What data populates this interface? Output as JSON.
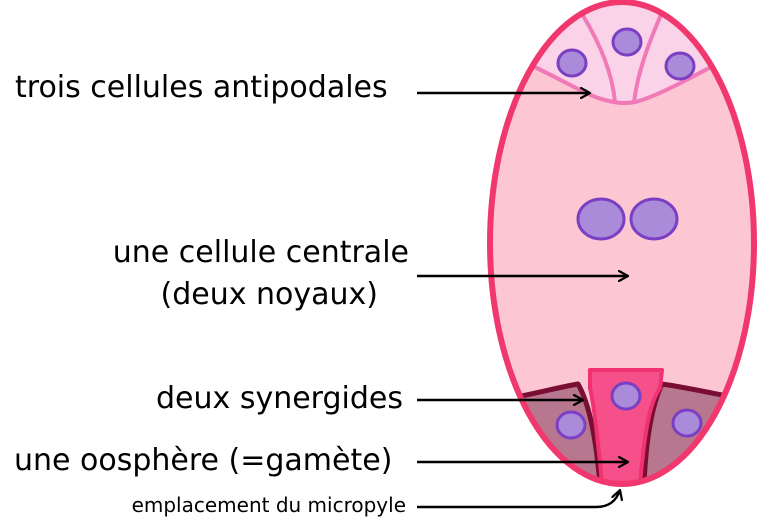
{
  "labels": {
    "antipodal": "trois cellules antipodales",
    "central_line1": "une cellule centrale",
    "central_line2": "(deux noyaux)",
    "synergids": "deux synergides",
    "egg": "une oosphère (=gamète)",
    "micropyle": "emplacement du micropyle"
  },
  "colors": {
    "outline": "#f0386e",
    "sac_fill": "#fcc6d2",
    "antipodal_fill": "#fbd3e8",
    "antipodal_border": "#f07ab8",
    "nucleus_fill": "#a98bd9",
    "nucleus_border": "#7a3fc2",
    "synergid_fill": "#b7788f",
    "synergid_border": "#7a0d33",
    "egg_fill": "#f5508a",
    "arrow": "#000000"
  }
}
